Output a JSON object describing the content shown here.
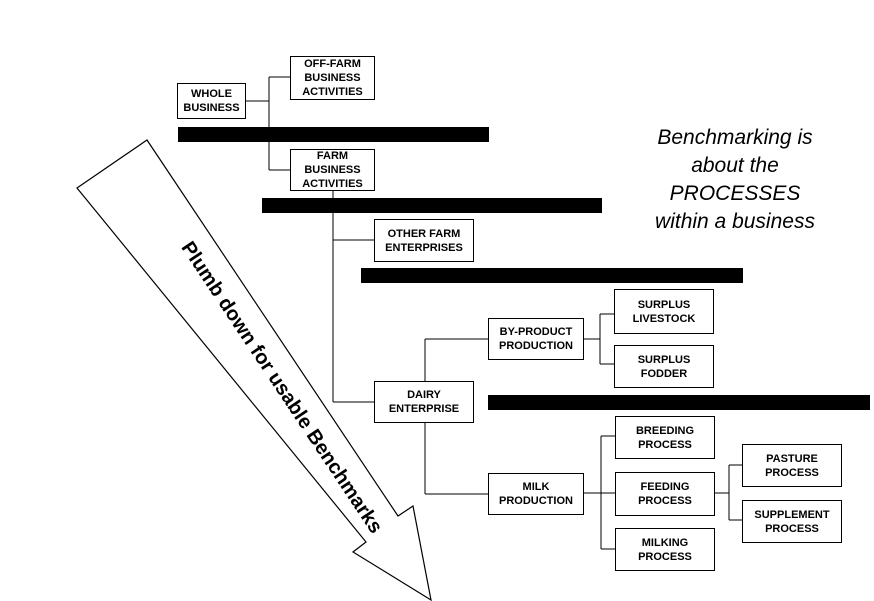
{
  "tagline": "Benchmarking is\nabout the\nPROCESSES\nwithin a business",
  "arrow_label": "Plumb down for usable Benchmarks",
  "nodes": {
    "whole_business": "WHOLE\nBUSINESS",
    "off_farm": "OFF-FARM\nBUSINESS\nACTIVITIES",
    "farm_business": "FARM\nBUSINESS\nACTIVITIES",
    "other_farm": "OTHER FARM\nENTERPRISES",
    "dairy": "DAIRY\nENTERPRISE",
    "by_product": "BY-PRODUCT\nPRODUCTION",
    "surplus_livestock": "SURPLUS\nLIVESTOCK",
    "surplus_fodder": "SURPLUS\nFODDER",
    "milk_production": "MILK\nPRODUCTION",
    "breeding": "BREEDING\nPROCESS",
    "feeding": "FEEDING\nPROCESS",
    "milking": "MILKING\nPROCESS",
    "pasture": "PASTURE\nPROCESS",
    "supplement": "SUPPLEMENT\nPROCESS"
  }
}
